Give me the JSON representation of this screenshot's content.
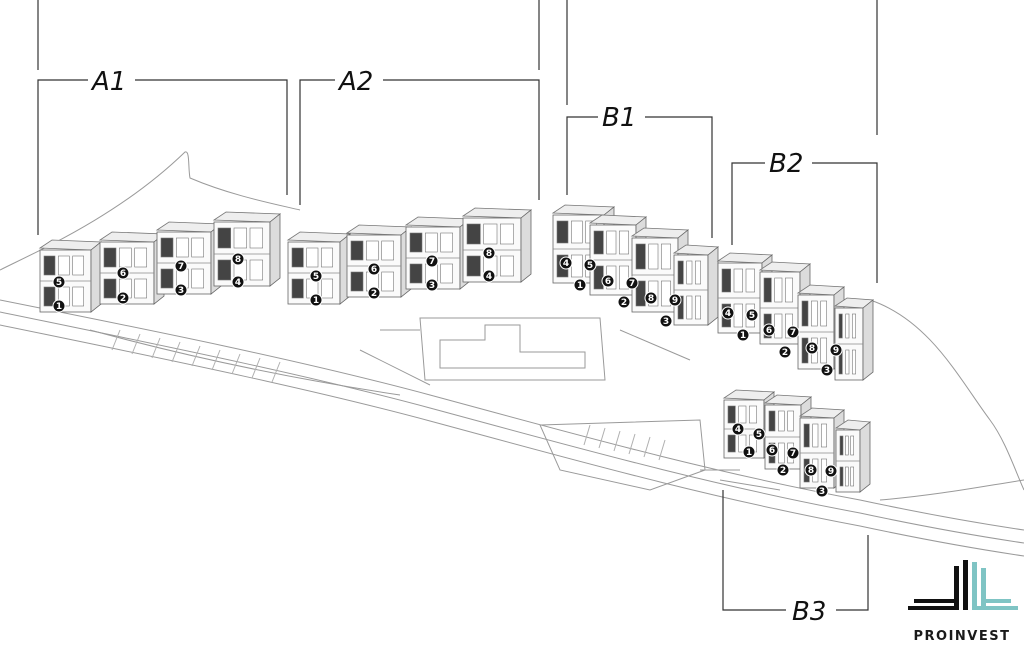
{
  "zones": [
    {
      "label": "A1"
    },
    {
      "label": "A2"
    },
    {
      "label": "B1"
    },
    {
      "label": "B2"
    },
    {
      "label": "B3"
    }
  ],
  "units": [
    {
      "zone": "A1",
      "num": "5"
    },
    {
      "zone": "A1",
      "num": "1"
    },
    {
      "zone": "A1",
      "num": "6"
    },
    {
      "zone": "A1",
      "num": "2"
    },
    {
      "zone": "A1",
      "num": "7"
    },
    {
      "zone": "A1",
      "num": "3"
    },
    {
      "zone": "A1",
      "num": "8"
    },
    {
      "zone": "A1",
      "num": "4"
    },
    {
      "zone": "A2",
      "num": "5"
    },
    {
      "zone": "A2",
      "num": "1"
    },
    {
      "zone": "A2",
      "num": "6"
    },
    {
      "zone": "A2",
      "num": "2"
    },
    {
      "zone": "A2",
      "num": "7"
    },
    {
      "zone": "A2",
      "num": "3"
    },
    {
      "zone": "A2",
      "num": "8"
    },
    {
      "zone": "A2",
      "num": "4"
    },
    {
      "zone": "B1",
      "num": "4"
    },
    {
      "zone": "B1",
      "num": "5"
    },
    {
      "zone": "B1",
      "num": "1"
    },
    {
      "zone": "B1",
      "num": "6"
    },
    {
      "zone": "B1",
      "num": "7"
    },
    {
      "zone": "B1",
      "num": "2"
    },
    {
      "zone": "B1",
      "num": "8"
    },
    {
      "zone": "B1",
      "num": "9"
    },
    {
      "zone": "B1",
      "num": "3"
    },
    {
      "zone": "B2",
      "num": "4"
    },
    {
      "zone": "B2",
      "num": "5"
    },
    {
      "zone": "B2",
      "num": "1"
    },
    {
      "zone": "B2",
      "num": "6"
    },
    {
      "zone": "B2",
      "num": "7"
    },
    {
      "zone": "B2",
      "num": "2"
    },
    {
      "zone": "B2",
      "num": "8"
    },
    {
      "zone": "B2",
      "num": "9"
    },
    {
      "zone": "B2",
      "num": "3"
    },
    {
      "zone": "B3",
      "num": "4"
    },
    {
      "zone": "B3",
      "num": "5"
    },
    {
      "zone": "B3",
      "num": "1"
    },
    {
      "zone": "B3",
      "num": "6"
    },
    {
      "zone": "B3",
      "num": "7"
    },
    {
      "zone": "B3",
      "num": "2"
    },
    {
      "zone": "B3",
      "num": "8"
    },
    {
      "zone": "B3",
      "num": "9"
    },
    {
      "zone": "B3",
      "num": "3"
    }
  ],
  "brand": {
    "name": "PROINVEST",
    "color_dark": "#111111",
    "color_accent": "#7fc4c4"
  }
}
